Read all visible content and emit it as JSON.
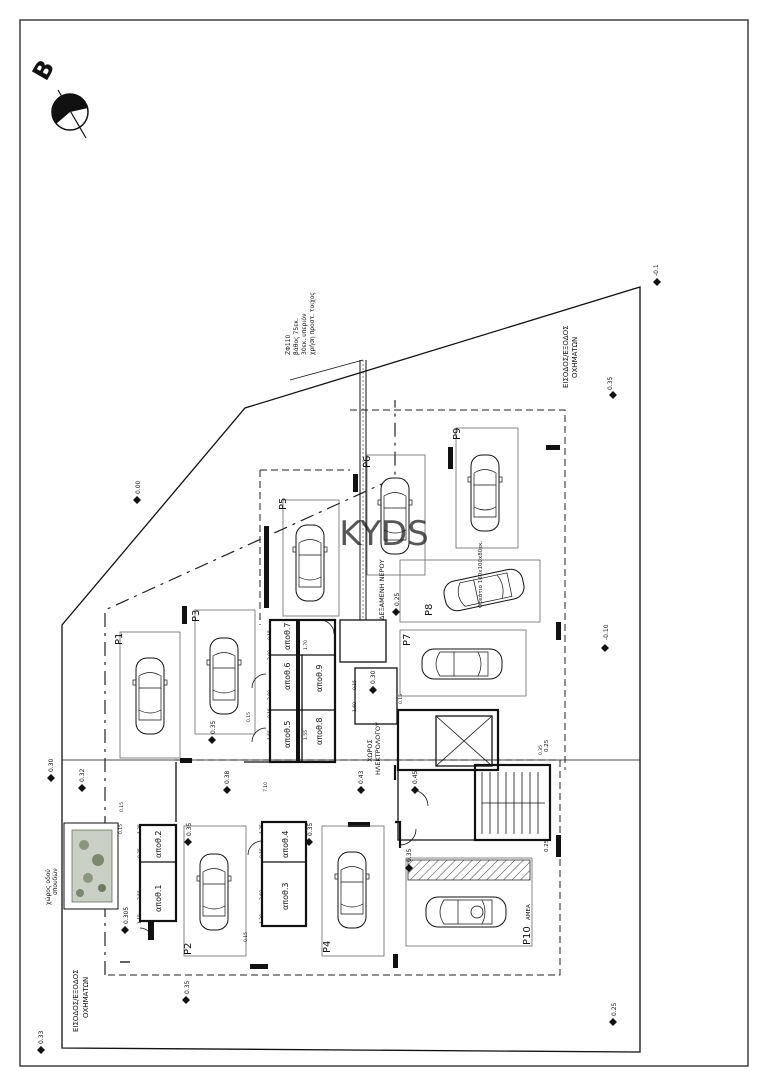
{
  "north_label": "B",
  "watermark": "KYDS",
  "levels": {
    "l_035_top": "0.35",
    "l_000": "0.00",
    "l_neg01": "-0.1",
    "l_neg010": "-0.10",
    "l_025": "0.25",
    "l_035_p1": "0.35",
    "l_030": "0.30",
    "l_032": "0.32",
    "l_038": "0.38",
    "l_043": "0.43",
    "l_045": "0.45",
    "l_035_a": "0.35",
    "l_035_b": "0.35",
    "l_035_p10": "0.35",
    "l_030b": "0.30",
    "l_0305": "0.305",
    "l_035_bot": "0.35",
    "l_025_bot": "0.25",
    "l_033": "0.33",
    "l_025_stair": "0.25",
    "l_025_stair2": "0.25"
  },
  "parking": [
    "P1",
    "P2",
    "P3",
    "P4",
    "P5",
    "P6",
    "P7",
    "P8",
    "P9",
    "P10"
  ],
  "p10_extra": "ΑΜΕΑ",
  "storage": [
    "αποθ.1",
    "αποθ.2",
    "αποθ.3",
    "αποθ.4",
    "αποθ.5",
    "αποθ.6",
    "αποθ.7",
    "αποθ.8",
    "αποθ.9"
  ],
  "labels": {
    "entrance_top_1": "ΕΙΣΟΔΟΣ/ΕΞΟΔΟΣ",
    "entrance_top_2": "ΟΧΗΜΑΤΩΝ",
    "entrance_bot_1": "ΕΙΣΟΔΟΣ/ΕΞΟΔΟΣ",
    "entrance_bot_2": "ΟΧΗΜΑΤΩΝ",
    "electrical_1": "ΧΩΡΟΣ",
    "electrical_2": "ΗΛΕΚΤΡΟΛΟΓΟΥ",
    "tank": "ΔΕΞΑΜΕΝΗ ΝΕΡΟΥ",
    "green_1": "χώρος οδού",
    "green_2": "σπουδών",
    "note_1": "ΖΦ110",
    "note_2": "βάθος 75εκ.",
    "note_3": "30εκ. υπεριόν",
    "note_4": "χρήση προστ. τοιχος",
    "fire_note": "Φρεάτιο 160x100x80εκ."
  },
  "dims": {
    "d1": "1.35",
    "d2": "0.35",
    "d3": "2.55",
    "d4": "1.15",
    "d5": "0.15",
    "d6": "1.35",
    "d7": "0.15",
    "d8": "2.60",
    "d9": "1.20",
    "d10": "0.15",
    "d11": "1.55",
    "d12": "0.15",
    "d13": "2.00",
    "d14": "2.00",
    "d15": "0.15",
    "d16": "1.55",
    "d17": "1.70",
    "d18": "0.15",
    "d19": "7.10",
    "d20": "0.15",
    "d21": "1.60",
    "d22": "0.15",
    "d23": "0.35",
    "d24": "0.15"
  }
}
